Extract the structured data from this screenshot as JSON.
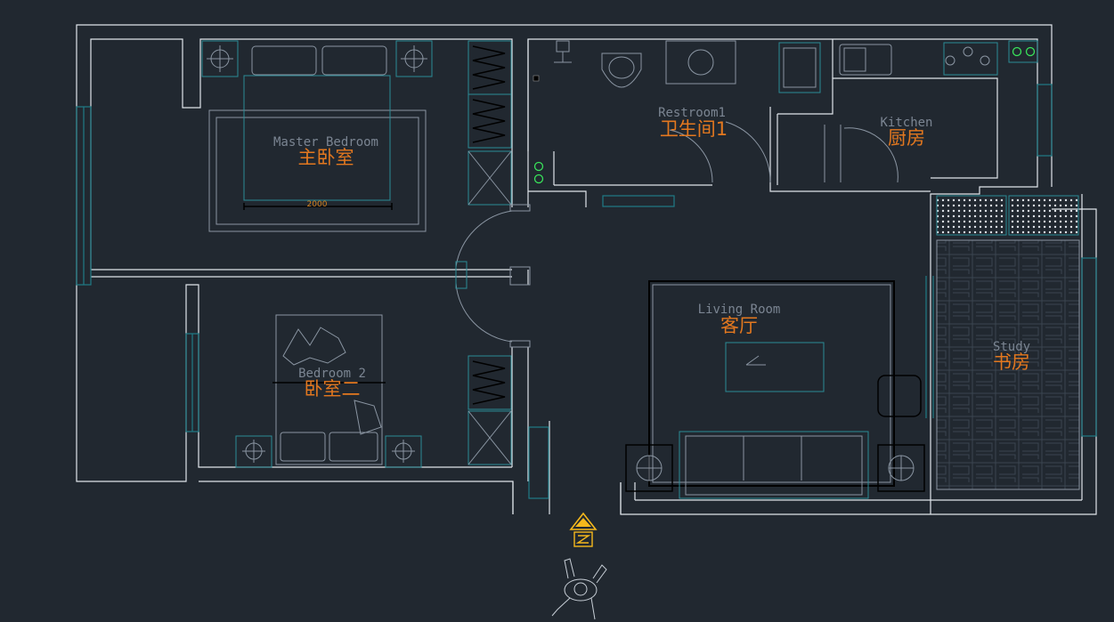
{
  "rooms": {
    "master": {
      "en": "Master Bedroom",
      "cn": "主卧室",
      "dimension": "2000"
    },
    "restroom": {
      "en": "Restroom1",
      "cn": "卫生间1"
    },
    "kitchen": {
      "en": "Kitchen",
      "cn": "厨房"
    },
    "living": {
      "en": "Living Room",
      "cn": "客厅"
    },
    "bedroom2": {
      "en": "Bedroom 2",
      "cn": "卧室二"
    },
    "study": {
      "en": "Study",
      "cn": "书房"
    }
  },
  "colors": {
    "background": "#212830",
    "wall": "#dfe4ea",
    "label_en": "#7b8592",
    "label_cn": "#e3781f",
    "window": "#1f7b86",
    "north_arrow": "#f5b81c",
    "marker": "#39e35a"
  },
  "icons": [
    "north-arrow-icon",
    "person-icon",
    "toilet-icon",
    "sink-icon",
    "stove-icon",
    "bed-icon",
    "sofa-icon",
    "wardrobe-icon"
  ]
}
